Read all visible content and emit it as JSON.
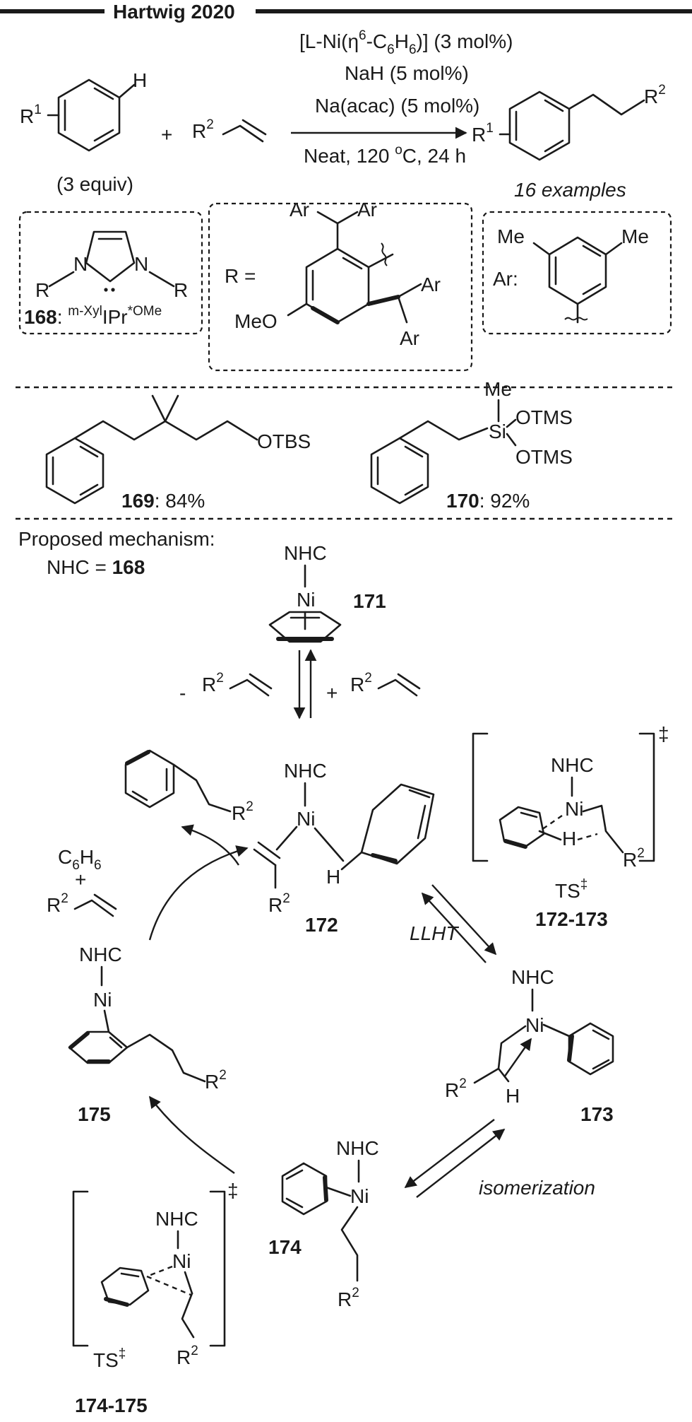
{
  "header": {
    "title": "Hartwig 2020"
  },
  "reaction": {
    "arene_substituent": "R",
    "arene_substituent_sup": "1",
    "arene_h": "H",
    "arene_equiv": "(3 equiv)",
    "plus": "+",
    "alkene_substituent": "R",
    "alkene_substituent_sup": "2",
    "conditions": {
      "catalyst_line": "[L-Ni(η6-C6H6)] (3 mol%)",
      "base": "NaH (5 mol%)",
      "additive": "Na(acac) (5 mol%)",
      "temperature_time": "Neat, 120 oC, 24 h"
    },
    "product_r1": "R",
    "product_r1_sup": "1",
    "product_r2": "R",
    "product_r2_sup": "2",
    "scope": "16 examples"
  },
  "ligand": {
    "n_substituent": "R",
    "compound_number": "168",
    "ligand_name": "m-XylIPr*OMe",
    "ligand_prefix": "m-Xyl",
    "ligand_core": "IPr",
    "ligand_suffix": "*OMe",
    "r_equals": "R =",
    "aryl_label": "Ar",
    "methoxy": "MeO",
    "ar_colon": "Ar:",
    "methyl": "Me"
  },
  "products": [
    {
      "number": "169",
      "yield": "84%",
      "group": "OTBS"
    },
    {
      "number": "170",
      "yield": "92%",
      "methyl": "Me",
      "silicon": "Si",
      "group": "OTMS"
    }
  ],
  "mechanism": {
    "title": "Proposed mechanism:",
    "nhc_definition_prefix": "NHC =",
    "nhc_definition_ref": "168",
    "nhc": "NHC",
    "nickel": "Ni",
    "hydrogen": "H",
    "minus": "-",
    "plus": "+",
    "r_group": "R",
    "r_sup": "2",
    "benzene": "C6H6",
    "llht_label": "LLHT",
    "isomerization_label": "isomerization",
    "ts_label": "TS",
    "double_dagger": "‡",
    "species": {
      "s171": "171",
      "s172": "172",
      "s173": "173",
      "s174": "174",
      "s175": "175",
      "ts172_173": "172-173",
      "ts174_175": "174-175"
    }
  }
}
